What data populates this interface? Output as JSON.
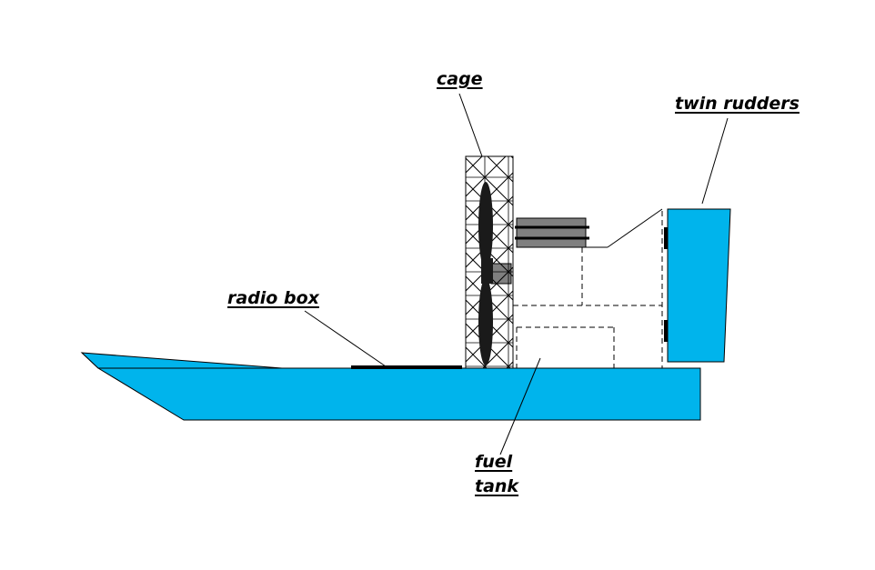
{
  "labels": {
    "cage": "cage",
    "twin_rudders": "twin rudders",
    "radio_box": "radio box",
    "fuel": "fuel",
    "tank": "tank"
  },
  "colors": {
    "hull": "#00b4ec",
    "engine": "#808080",
    "outline": "#000000",
    "background": "#ffffff"
  }
}
